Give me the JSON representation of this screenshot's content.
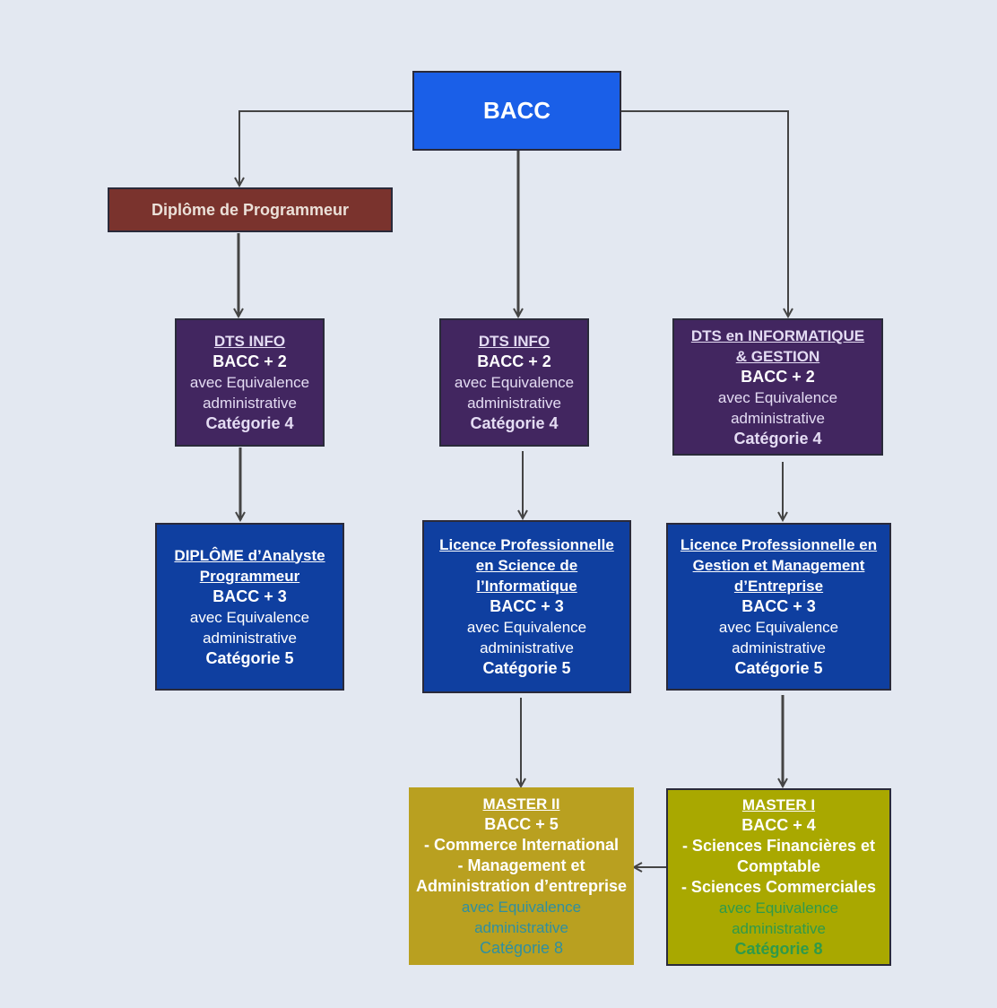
{
  "root": {
    "label": "BACC"
  },
  "diplome_programmeur": {
    "label": "Diplôme de Programmeur"
  },
  "dts_info_left": {
    "title": "DTS INFO",
    "level": "BACC + 2",
    "equiv1": "avec Equivalence",
    "equiv2": "administrative",
    "category": "Catégorie 4"
  },
  "dts_info_mid": {
    "title": "DTS INFO",
    "level": "BACC + 2",
    "equiv1": "avec Equivalence",
    "equiv2": "administrative",
    "category": "Catégorie 4"
  },
  "dts_info_gestion": {
    "title1": "DTS en INFORMATIQUE",
    "title2": "& GESTION",
    "level": "BACC + 2",
    "equiv1": "avec Equivalence",
    "equiv2": "administrative",
    "category": "Catégorie 4"
  },
  "diplome_analyste": {
    "title1": "DIPLÔME d’Analyste",
    "title2": "Programmeur",
    "level": "BACC + 3",
    "equiv1": "avec Equivalence",
    "equiv2": "administrative",
    "category": "Catégorie 5"
  },
  "licence_info": {
    "title1": "Licence  Professionnelle",
    "title2": "en Science de",
    "title3": "l’Informatique",
    "level": "BACC + 3",
    "equiv1": "avec Equivalence",
    "equiv2": "administrative",
    "category": "Catégorie 5"
  },
  "licence_gestion": {
    "title1": "Licence  Professionnelle  en",
    "title2": "Gestion et Management",
    "title3": "d’Entreprise",
    "level": "BACC + 3",
    "equiv1": "avec Equivalence",
    "equiv2": "administrative",
    "category": "Catégorie 5"
  },
  "master2": {
    "title": "MASTER II",
    "level": "BACC + 5",
    "spec1": "- Commerce  International",
    "spec2": "- Management et",
    "spec3": "Administration d’entreprise",
    "equiv1": "avec Equivalence",
    "equiv2": "administrative",
    "category": "Catégorie 8"
  },
  "master1": {
    "title": "MASTER I",
    "level": "BACC + 4",
    "spec1": "- Sciences Financières et",
    "spec2": "Comptable",
    "spec3": "- Sciences Commerciales",
    "equiv1": "avec Equivalence",
    "equiv2": "administrative",
    "category": "Catégorie 8"
  },
  "colors": {
    "background": "#e3e8f1",
    "root": "#1a5fe8",
    "diplome": "#7a332d",
    "dts": "#422660",
    "licence": "#0f3fa0",
    "master2": "#b9a020",
    "master1": "#a9a800",
    "connector": "#444444"
  }
}
